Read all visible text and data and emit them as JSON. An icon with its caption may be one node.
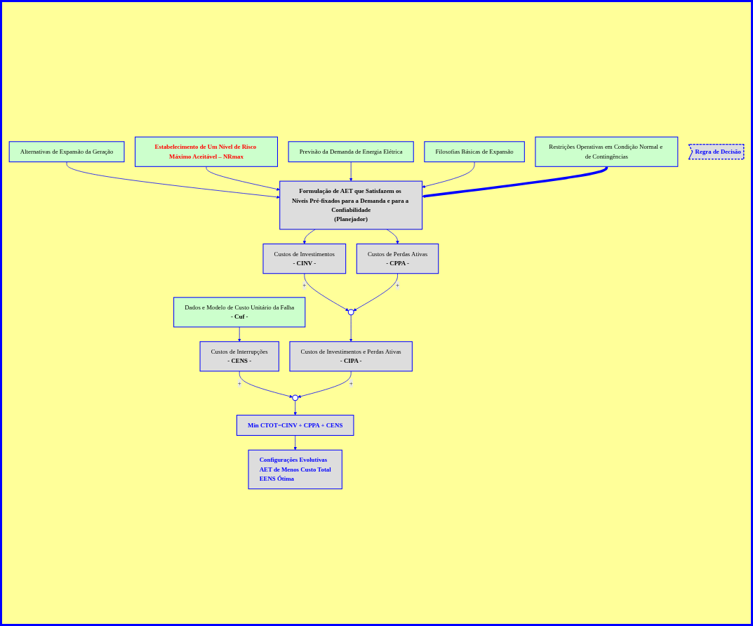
{
  "diagram": {
    "nodes": [
      {
        "text": [
          "Alternativas de Expansão da Geração"
        ]
      },
      {
        "text": [
          "Estabelecimento de Um Nível de Risco Máximo Aceitável – NRmax"
        ]
      },
      {
        "text": [
          "Previsão da Demanda de Energia Elétrica"
        ]
      },
      {
        "text": [
          "Formulação de AET que Satisfazem os Níveis Pré-fixados para a Demanda e para a Confiabilidade",
          "(Planejador)"
        ]
      },
      {
        "text": [
          "Filosofias Básicas de Expansão"
        ]
      },
      {
        "text": [
          "Custos de Investimentos",
          "- CINV -"
        ]
      },
      {
        "text": [
          "Custos de Perdas Ativas",
          "- CPPA -"
        ]
      },
      {
        "text": [
          "Restrições Operativas em Condição Normal e de Contingências"
        ]
      },
      {
        "text": [],
        "shape": "circle"
      },
      {
        "text": [
          "Dados e Modelo de Custo Unitário da Falha",
          "- Cuf -"
        ]
      },
      {
        "text": [
          "Custos de Interrupções",
          "- CENS -"
        ]
      },
      {
        "text": [
          "Custos de Investimentos e Perdas Ativas",
          "- CIPA -"
        ]
      },
      {
        "text": [],
        "shape": "circle"
      },
      {
        "text": [
          "Regra de Decisão"
        ]
      },
      {
        "text": [
          "Min CTOT=CINV + CPPA + CENS"
        ]
      },
      {
        "text": [
          "Configurações Evolutivas",
          "AET de Menos Custo Total",
          "EENS Ótima"
        ]
      }
    ],
    "edges": [
      {
        "from": 0,
        "to": 3,
        "arrow": "to"
      },
      {
        "from": 1,
        "to": 3,
        "arrow": "to"
      },
      {
        "from": 2,
        "to": 3,
        "arrow": "to"
      },
      {
        "from": 4,
        "to": 3,
        "arrow": "to"
      },
      {
        "from": 7,
        "to": 3,
        "arrow": "to",
        "style": "thick"
      },
      {
        "from": 3,
        "to": 5,
        "arrow": "to"
      },
      {
        "from": 3,
        "to": 6,
        "arrow": "to"
      },
      {
        "from": 5,
        "to": 8,
        "arrow": "to",
        "label": "+"
      },
      {
        "from": 6,
        "to": 8,
        "arrow": "to",
        "label": "+"
      },
      {
        "from": 8,
        "to": 11,
        "arrow": "to"
      },
      {
        "from": 9,
        "to": 10,
        "arrow": "to"
      },
      {
        "from": 10,
        "to": 12,
        "arrow": "to",
        "label": "+"
      },
      {
        "from": 11,
        "to": 12,
        "arrow": "to",
        "label": "+"
      },
      {
        "from": 12,
        "to": 14,
        "arrow": "to"
      },
      {
        "from": 14,
        "to": 15,
        "arrow": "to"
      }
    ]
  }
}
